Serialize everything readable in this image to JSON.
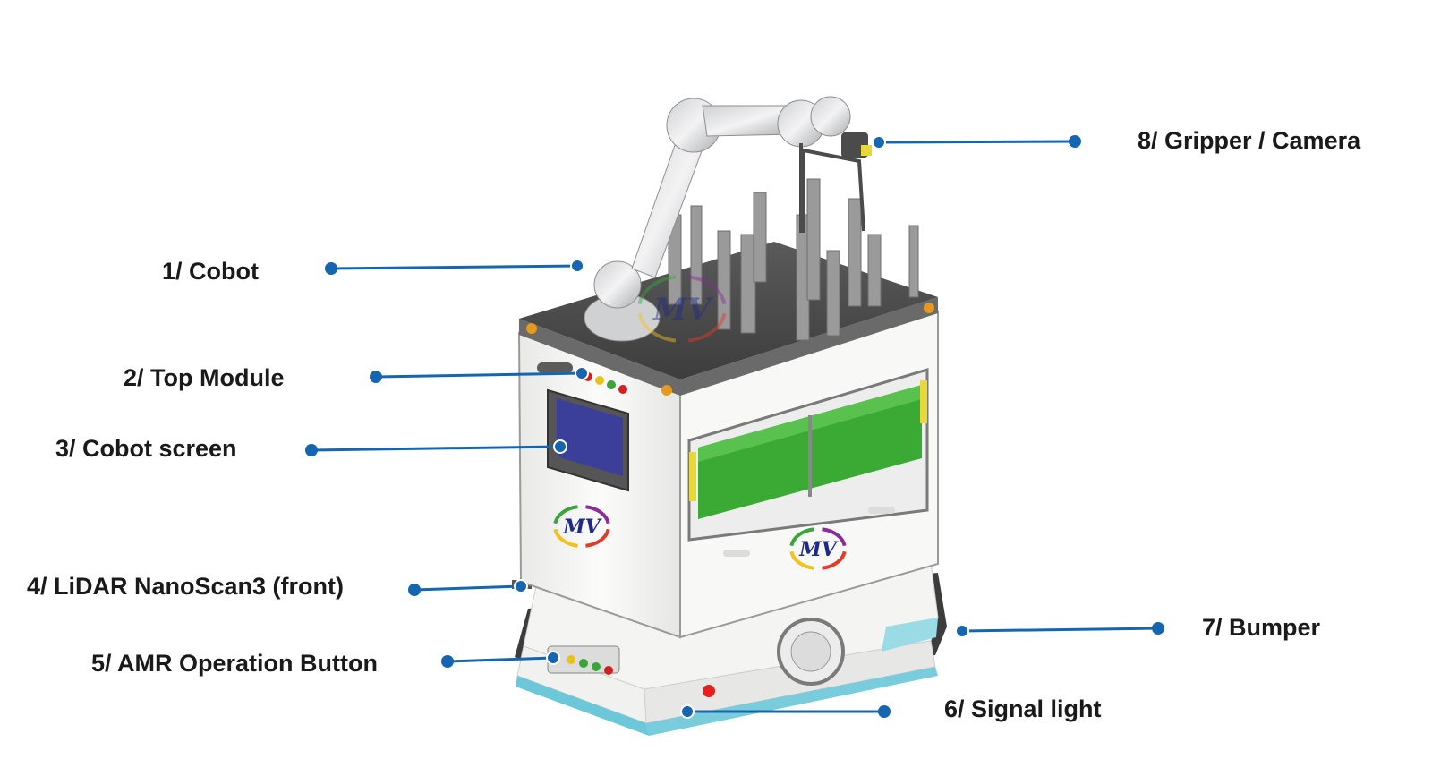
{
  "callouts": [
    {
      "id": "cobot",
      "text": "1/ Cobot"
    },
    {
      "id": "top-module",
      "text": "2/ Top Module"
    },
    {
      "id": "cobot-screen",
      "text": "3/ Cobot screen"
    },
    {
      "id": "lidar",
      "text": "4/ LiDAR NanoScan3 (front)"
    },
    {
      "id": "amr-button",
      "text": "5/ AMR Operation Button"
    },
    {
      "id": "signal-light",
      "text": "6/ Signal light"
    },
    {
      "id": "bumper",
      "text": "7/ Bumper"
    },
    {
      "id": "gripper",
      "text": "8/ Gripper / Camera"
    }
  ],
  "logo": {
    "text": "MV"
  },
  "colors": {
    "leader": "#1565b0",
    "body": "#f7f7f5",
    "frame": "#4a4a4a",
    "tray": "#3aaa35",
    "bumper": "#6cc8d8",
    "screen": "#3b3f9a",
    "accent_yellow": "#e8d83a"
  }
}
